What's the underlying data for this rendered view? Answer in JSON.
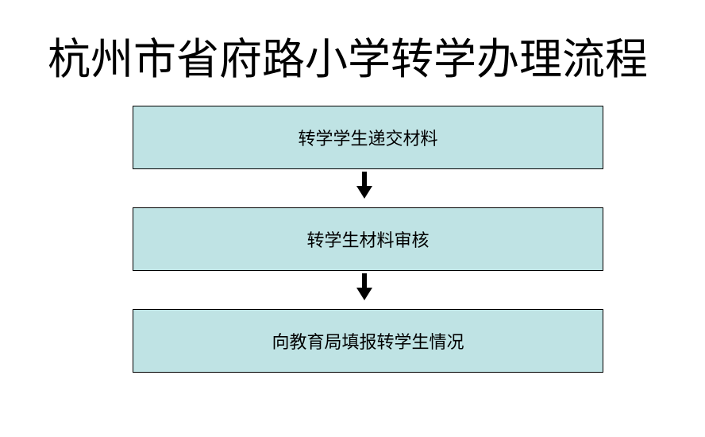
{
  "title": "杭州市省府路小学转学办理流程",
  "steps": [
    {
      "label": "转学学生递交材料"
    },
    {
      "label": "转学生材料审核"
    },
    {
      "label": "向教育局填报转学生情况"
    }
  ],
  "colors": {
    "box_fill": "#bfe3e4",
    "box_border": "#000000",
    "arrow": "#000000",
    "text": "#000000"
  },
  "icons": {
    "connector": "arrow-down-icon"
  }
}
